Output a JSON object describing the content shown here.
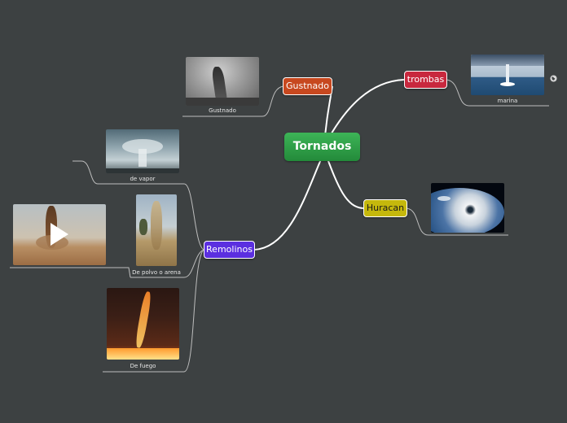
{
  "central": {
    "label": "Tornados",
    "color": "#2e9a44"
  },
  "topics": {
    "gustnado": {
      "label": "Gustnado",
      "color": "#c7481f"
    },
    "trombas": {
      "label": "trombas",
      "color": "#c8283e"
    },
    "huracan": {
      "label": "Huracan",
      "color": "#c5b80c"
    },
    "remolinos": {
      "label": "Remolinos",
      "color": "#5b2fe0"
    }
  },
  "images": {
    "gustnado": {
      "caption": "Gustnado"
    },
    "marina": {
      "caption": "marina"
    },
    "huracan": {
      "caption": ""
    },
    "vapor": {
      "caption": "de vapor"
    },
    "polvo": {
      "caption": "De polvo o arena"
    },
    "fuego": {
      "caption": "De fuego"
    },
    "video": {
      "caption": ""
    }
  },
  "colors": {
    "background": "#3d4142",
    "connector": "#ffffff",
    "subconnector": "#bdbdbd"
  }
}
